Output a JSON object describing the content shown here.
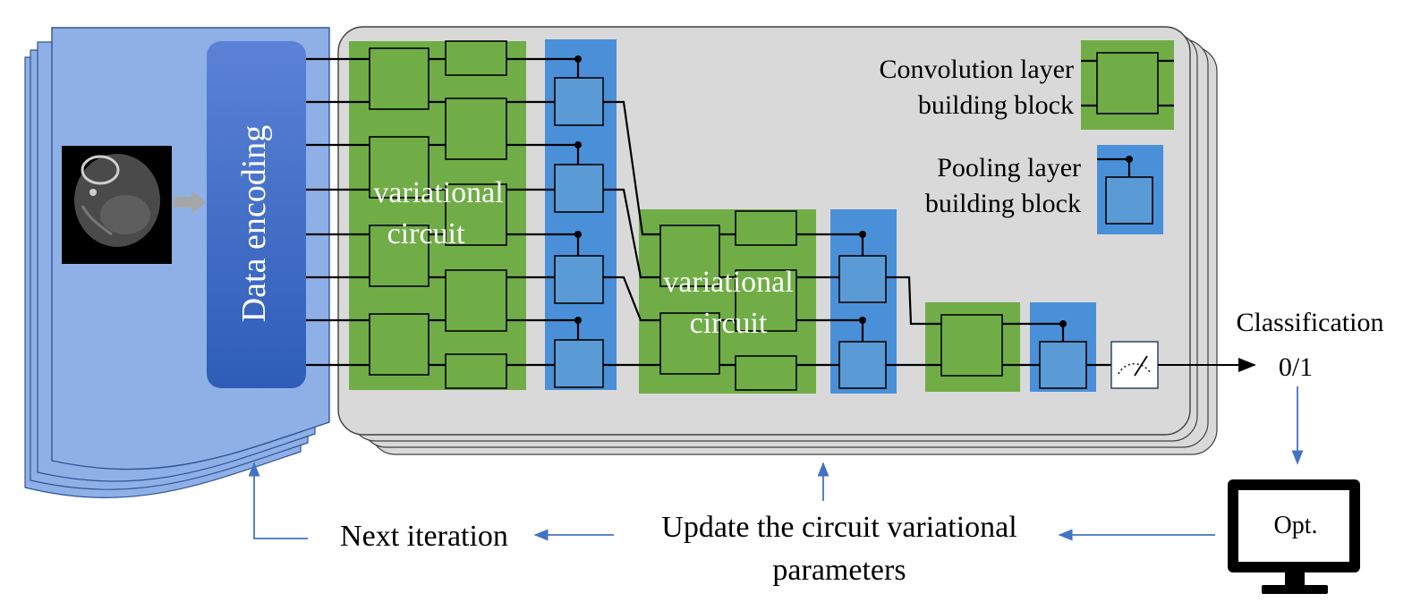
{
  "encoding": {
    "label": "Data encoding"
  },
  "conv1": {
    "label_line1": "variational",
    "label_line2": "circuit"
  },
  "conv2": {
    "label_line1": "variational",
    "label_line2": "circuit"
  },
  "legend": {
    "conv_line1": "Convolution layer",
    "conv_line2": "building block",
    "pool_line1": "Pooling layer",
    "pool_line2": "building block"
  },
  "output": {
    "title": "Classification",
    "value": "0/1"
  },
  "optimizer": {
    "label": "Opt."
  },
  "loop": {
    "update_line1": "Update the circuit variational",
    "update_line2": "parameters",
    "next": "Next iteration"
  },
  "colors": {
    "green": "#70ad47",
    "blue_box": "#5b9bd5",
    "blue_band": "#4a90d9",
    "stack_fill": "#8fb0e6",
    "panel_fill": "#d9d9d9",
    "encoding_top": "#5b82d6",
    "encoding_bottom": "#2e5db8",
    "arrow_blue": "#4472c4"
  },
  "icons": {
    "measure": "measurement-meter-icon",
    "monitor": "computer-monitor-icon",
    "input": "mri-scan-image"
  }
}
